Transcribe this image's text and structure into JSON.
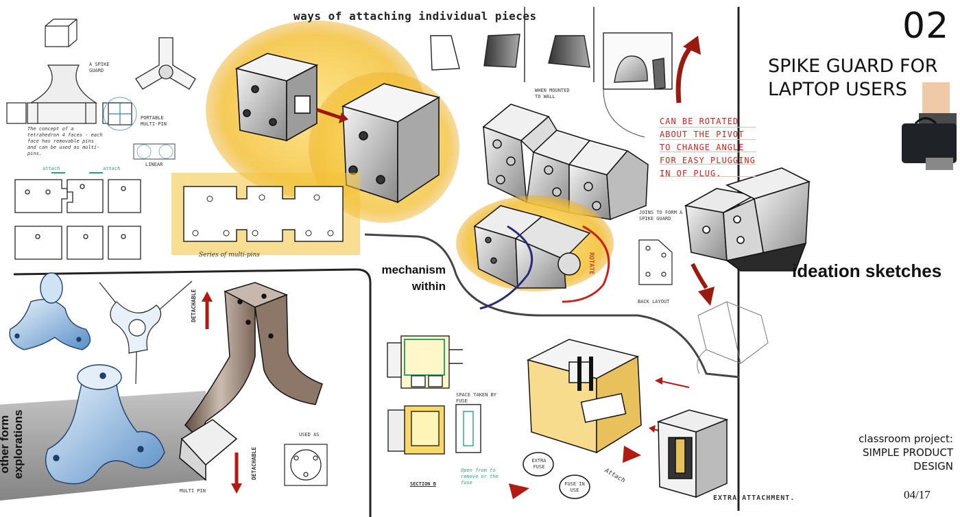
{
  "title_panel": {
    "page_number": "02",
    "project_title": "SPIKE GUARD FOR LAPTOP USERS",
    "section_label": "ideation sketches",
    "classroom_line1": "classroom project:",
    "classroom_line2": "SIMPLE PRODUCT",
    "classroom_line3": "DESIGN",
    "slide_counter": "04/17"
  },
  "labels": {
    "ways_heading": "ways of attaching individual pieces",
    "mechanism_line1": "mechanism",
    "mechanism_line2": "within",
    "other_forms": "other form explorations",
    "series_caption": "Series of multi-pins",
    "rotate": "ROTATE",
    "detachable_top": "DETACHABLE",
    "detachable_bottom": "DETACHABLE",
    "used_as": "USED AS",
    "multi_pin": "MULTI PIN",
    "section_b": "SECTION B",
    "extra_fuse": "EXTRA FUSE",
    "fuse_in_use": "FUSE IN USE",
    "extra_attachment": "EXTRA ATTACHMENT.",
    "attach": "Attach",
    "a_spike_guard": "A SPIKE GUARD",
    "portable_multi_pin": "PORTABLE MULTI-PIN",
    "linear": "LINEAR",
    "attach_left": "attach",
    "attach_right": "attach",
    "when_mounted": "WHEN MOUNTED TO WALL",
    "joins_to_form": "JOINS TO FORM A SPIKE GUARD",
    "back_layout": "BACK LAYOUT",
    "space_taken": "SPACE TAKEN BY FUSE",
    "open_from": "Open from to remove or the fuse",
    "concept_note": "The concept of a tetrahedron 4 faces - each face has removable pins and can be used as multi-pins."
  },
  "notes": {
    "red_note_lines": [
      "CAN BE ROTATED",
      "ABOUT THE PIVOT",
      "TO CHANGE ANGLE",
      "FOR EASY PLUGGING",
      "IN OF PLUG."
    ]
  },
  "colors": {
    "highlight_yellow": "#f3c23a",
    "marker_red": "#b21a12",
    "note_red": "#d12222",
    "sketch_line": "#222222",
    "form_blue": "#5a8fc7"
  }
}
